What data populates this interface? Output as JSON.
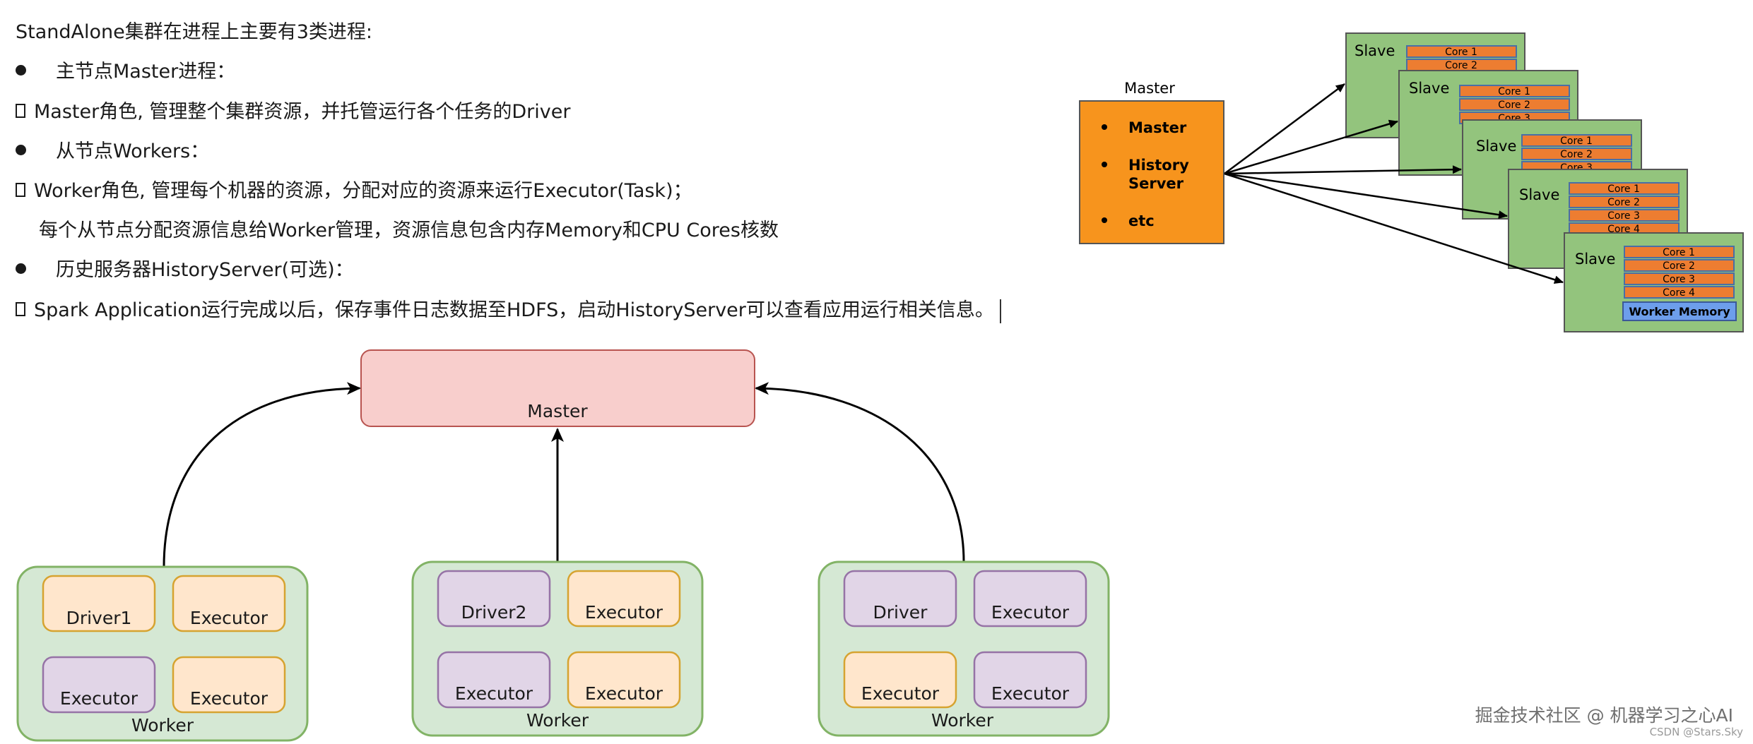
{
  "text": {
    "intro": "StandAlone集群在进程上主要有3类进程:",
    "b1": "主节点Master进程：",
    "b1_sub": "Master角色, 管理整个集群资源，并托管运行各个任务的Driver",
    "b2": "从节点Workers：",
    "b2_sub": "Worker角色, 管理每个机器的资源，分配对应的资源来运行Executor(Task)；",
    "b2_sub2": "每个从节点分配资源信息给Worker管理，资源信息包含内存Memory和CPU Cores核数",
    "b3": "历史服务器HistoryServer(可选)：",
    "b3_sub": "Spark Application运行完成以后，保存事件日志数据至HDFS，启动HistoryServer可以查看应用运行相关信息。"
  },
  "top_diagram": {
    "master_title": "Master",
    "master_items": [
      "Master",
      "History",
      "Server",
      "etc"
    ],
    "slave_label": "Slave",
    "core_labels": [
      "Core 1",
      "Core 2",
      "Core 3",
      "Core 4"
    ],
    "worker_memory": "Worker Memory"
  },
  "bottom_diagram": {
    "master_label": "Master",
    "worker_label": "Worker",
    "workers": [
      [
        "Driver1",
        "Executor",
        "Executor",
        "Executor"
      ],
      [
        "Driver2",
        "Executor",
        "Executor",
        "Executor"
      ],
      [
        "Driver",
        "Executor",
        "Executor",
        "Executor"
      ]
    ]
  },
  "watermark": {
    "main": "掘金技术社区 @ 机器学习之心AI",
    "sub": "CSDN @Stars.Sky"
  },
  "colors": {
    "orange": "#f7941d",
    "slave_green": "#93c47d",
    "core_orange": "#ed7d31",
    "memory_blue": "#6d9eeb",
    "master_pink": "#f8cecc",
    "worker_green": "#d5e8d4",
    "driver_purple": "#e1d5e7",
    "executor_peach": "#ffe6cc"
  }
}
